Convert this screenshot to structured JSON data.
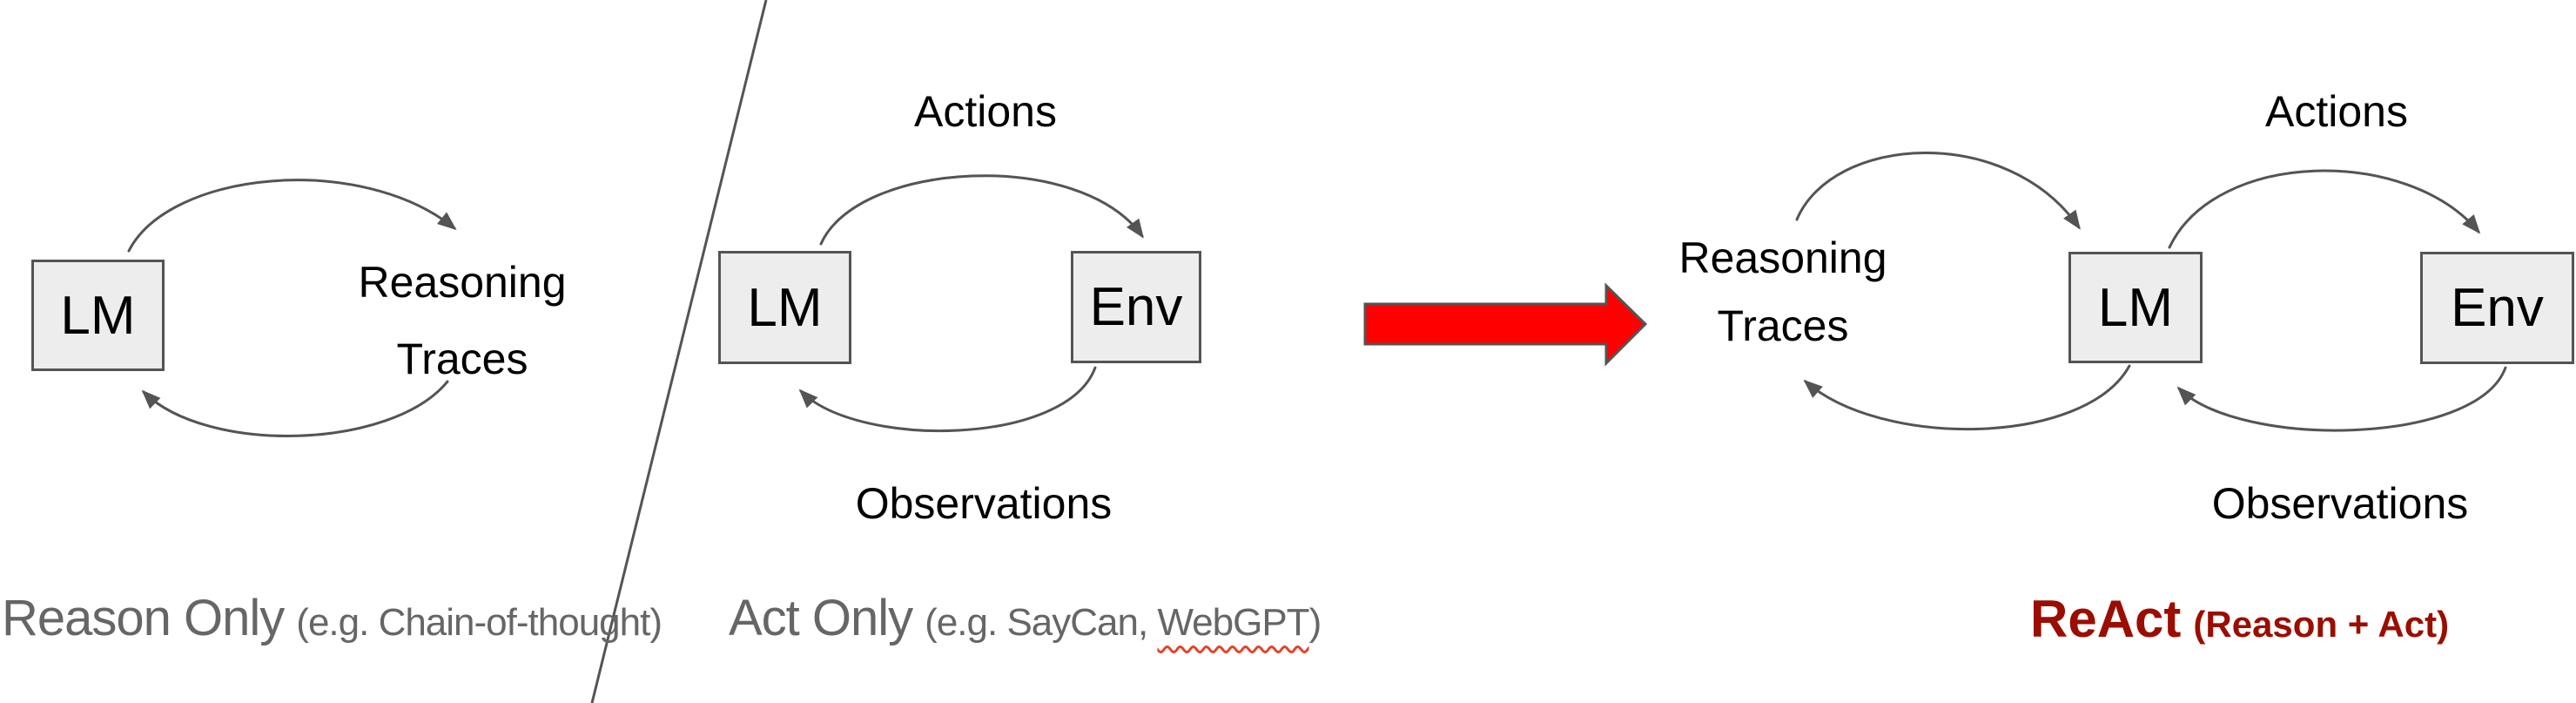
{
  "panels": {
    "reason_only": {
      "node_lm": "LM",
      "cycle_label_line1": "Reasoning",
      "cycle_label_line2": "Traces",
      "caption": "Reason Only",
      "caption_detail": "(e.g. Chain-of-thought)"
    },
    "act_only": {
      "node_lm": "LM",
      "node_env": "Env",
      "top_label": "Actions",
      "bottom_label": "Observations",
      "caption": "Act Only",
      "caption_detail_prefix": "(e.g. SayCan,",
      "caption_detail_misspelled": "WebGPT",
      "caption_detail_suffix": ")"
    },
    "react": {
      "cycle_label_line1": "Reasoning",
      "cycle_label_line2": "Traces",
      "node_lm": "LM",
      "node_env": "Env",
      "top_label": "Actions",
      "bottom_label": "Observations",
      "caption": "ReAct",
      "caption_detail": "(Reason + Act)"
    }
  },
  "colors": {
    "accent_red": "#ff0000",
    "react_maroon": "#9b0d00",
    "caption_gray": "#666666",
    "node_fill": "#ededed",
    "stroke_gray": "#545454",
    "squiggle_red": "#e2442a"
  }
}
